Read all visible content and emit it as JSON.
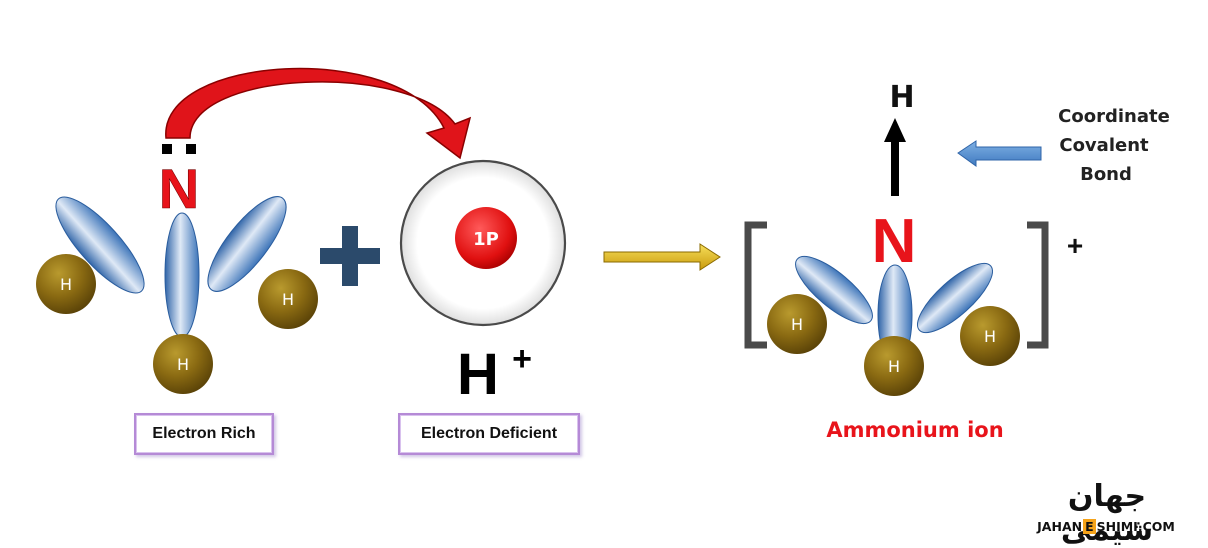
{
  "reactant_n": {
    "symbol": "N",
    "color": "#e8141b",
    "lone_pair": "··"
  },
  "reactant_h_labels": [
    "H",
    "H",
    "H"
  ],
  "plus_sign_color": "#2b4a6b",
  "proton": {
    "label": "1P",
    "ion_symbol": "H",
    "ion_charge": "+"
  },
  "tags": {
    "left": "Electron Rich",
    "middle": "Electron Deficient"
  },
  "product": {
    "center_symbol": "N",
    "top_symbol": "H",
    "h_labels": [
      "H",
      "H",
      "H"
    ],
    "charge": "+",
    "name": "Ammonium ion",
    "name_color": "#e8141b"
  },
  "callout": {
    "line1": "Coordinate",
    "line2": "Covalent",
    "line3": "Bond"
  },
  "colors": {
    "hydrogen": "#8a6a12",
    "bond_blue": "#5b8fd0",
    "curve_red": "#e0141a",
    "arrow_gold": "#e6c21c"
  },
  "logo": {
    "fa_text": "جهان شیمی",
    "en_prefix": "JAHAN",
    "en_letter": "E",
    "en_suffix": "SHIMI.COM"
  }
}
